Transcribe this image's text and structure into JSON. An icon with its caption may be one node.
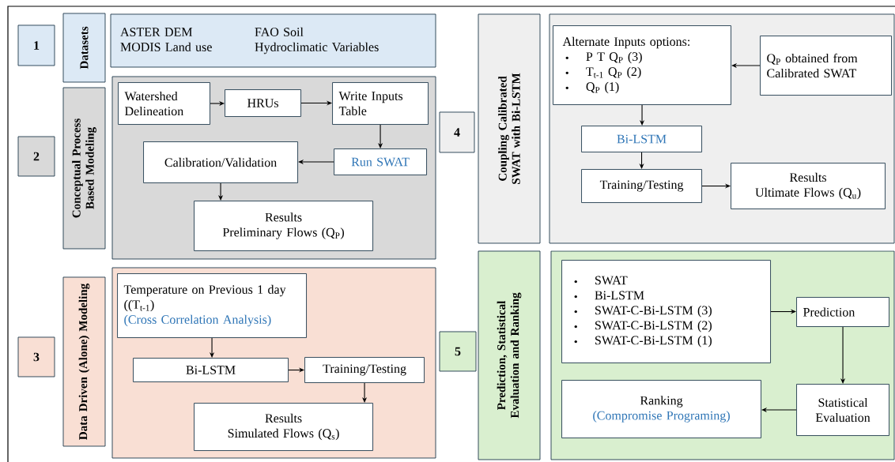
{
  "diagram": {
    "nodes": [
      {
        "text": [
          "1"
        ]
      },
      {
        "text": [
          "Datasets"
        ]
      },
      {
        "text": [
          "ASTER DEM",
          "FAO Soil",
          "MODIS Land use",
          "Hydroclimatic Variables"
        ]
      },
      {
        "text": [
          "2"
        ]
      },
      {
        "text": [
          "Conceptual Process Based Modeling"
        ]
      },
      {
        "text": [],
        "shape": "box"
      },
      {
        "text": [
          "Watershed Delineation"
        ],
        "in": 5
      },
      {
        "text": [
          "HRUs"
        ],
        "in": 5
      },
      {
        "text": [
          "Write Inputs Table"
        ],
        "in": 5
      },
      {
        "text": [
          "Calibration/Validation"
        ],
        "in": 5
      },
      {
        "text": [
          "Run SWAT"
        ],
        "in": 5
      },
      {
        "text": [
          "Results",
          "Preliminary Flows (Q$_{P}$)"
        ],
        "in": 5
      },
      {
        "text": [
          "3"
        ]
      },
      {
        "text": [
          "Data Driven (Alone) Modeling"
        ]
      },
      {
        "text": [],
        "shape": "box"
      },
      {
        "text": [
          "Temperature on Previous 1 day ((T$_{t-1}$)",
          "(Cross Correlation Analysis)"
        ],
        "in": 14
      },
      {
        "text": [
          "Bi-LSTM"
        ],
        "in": 14
      },
      {
        "text": [
          "Training/Testing"
        ],
        "in": 14
      },
      {
        "text": [
          "Results",
          "Simulated Flows (Q$_{s}$)"
        ],
        "in": 14
      },
      {
        "text": [
          "4"
        ]
      },
      {
        "text": [
          "Coupling Calibrated SWAT with Bi-LSTM"
        ]
      },
      {
        "text": [],
        "shape": "box"
      },
      {
        "text": [
          "Alternate Inputs options:",
          "P T Q$_{P}$ (3)",
          "T$_{t-1}$ Q$_{P}$ (2)",
          "Q$_{P}$ (1)"
        ],
        "in": 21
      },
      {
        "text": [
          "Q$_{P}$ obtained from Calibrated SWAT"
        ],
        "in": 21
      },
      {
        "text": [
          "Bi-LSTM"
        ],
        "in": 21
      },
      {
        "text": [
          "Training/Testing"
        ],
        "in": 21
      },
      {
        "text": [
          "Results",
          "Ultimate Flows (Q$_{u}$)"
        ],
        "in": 21
      },
      {
        "text": [
          "5"
        ]
      },
      {
        "text": [
          "Prediction, Statistical Evaluation and Ranking"
        ]
      },
      {
        "text": [],
        "shape": "box"
      },
      {
        "text": [
          "SWAT",
          "Bi-LSTM",
          "SWAT-C-Bi-LSTM (3)",
          "SWAT-C-Bi-LSTM (2)",
          "SWAT-C-Bi-LSTM (1)"
        ],
        "in": 29
      },
      {
        "text": [
          "Prediction"
        ],
        "in": 29
      },
      {
        "text": [
          "Statistical Evaluation"
        ],
        "in": 29
      },
      {
        "text": [
          "Ranking",
          "(Compromise Programing)"
        ],
        "in": 29
      }
    ],
    "edges": [
      {
        "from": 6,
        "to": 7,
        "arrow": "to"
      },
      {
        "from": 7,
        "to": 8,
        "arrow": "to"
      },
      {
        "from": 8,
        "to": 10,
        "arrow": "to"
      },
      {
        "from": 10,
        "to": 9,
        "arrow": "to"
      },
      {
        "from": 9,
        "to": 11,
        "arrow": "to"
      },
      {
        "from": 15,
        "to": 16,
        "arrow": "to"
      },
      {
        "from": 16,
        "to": 17,
        "arrow": "to"
      },
      {
        "from": 17,
        "to": 18,
        "arrow": "to"
      },
      {
        "from": 23,
        "to": 22,
        "arrow": "to"
      },
      {
        "from": 22,
        "to": 24,
        "arrow": "to"
      },
      {
        "from": 24,
        "to": 25,
        "arrow": "to"
      },
      {
        "from": 25,
        "to": 26,
        "arrow": "to"
      },
      {
        "from": 30,
        "to": 31,
        "arrow": "to"
      },
      {
        "from": 31,
        "to": 32,
        "arrow": "to"
      },
      {
        "from": 32,
        "to": 33,
        "arrow": "to"
      }
    ]
  }
}
